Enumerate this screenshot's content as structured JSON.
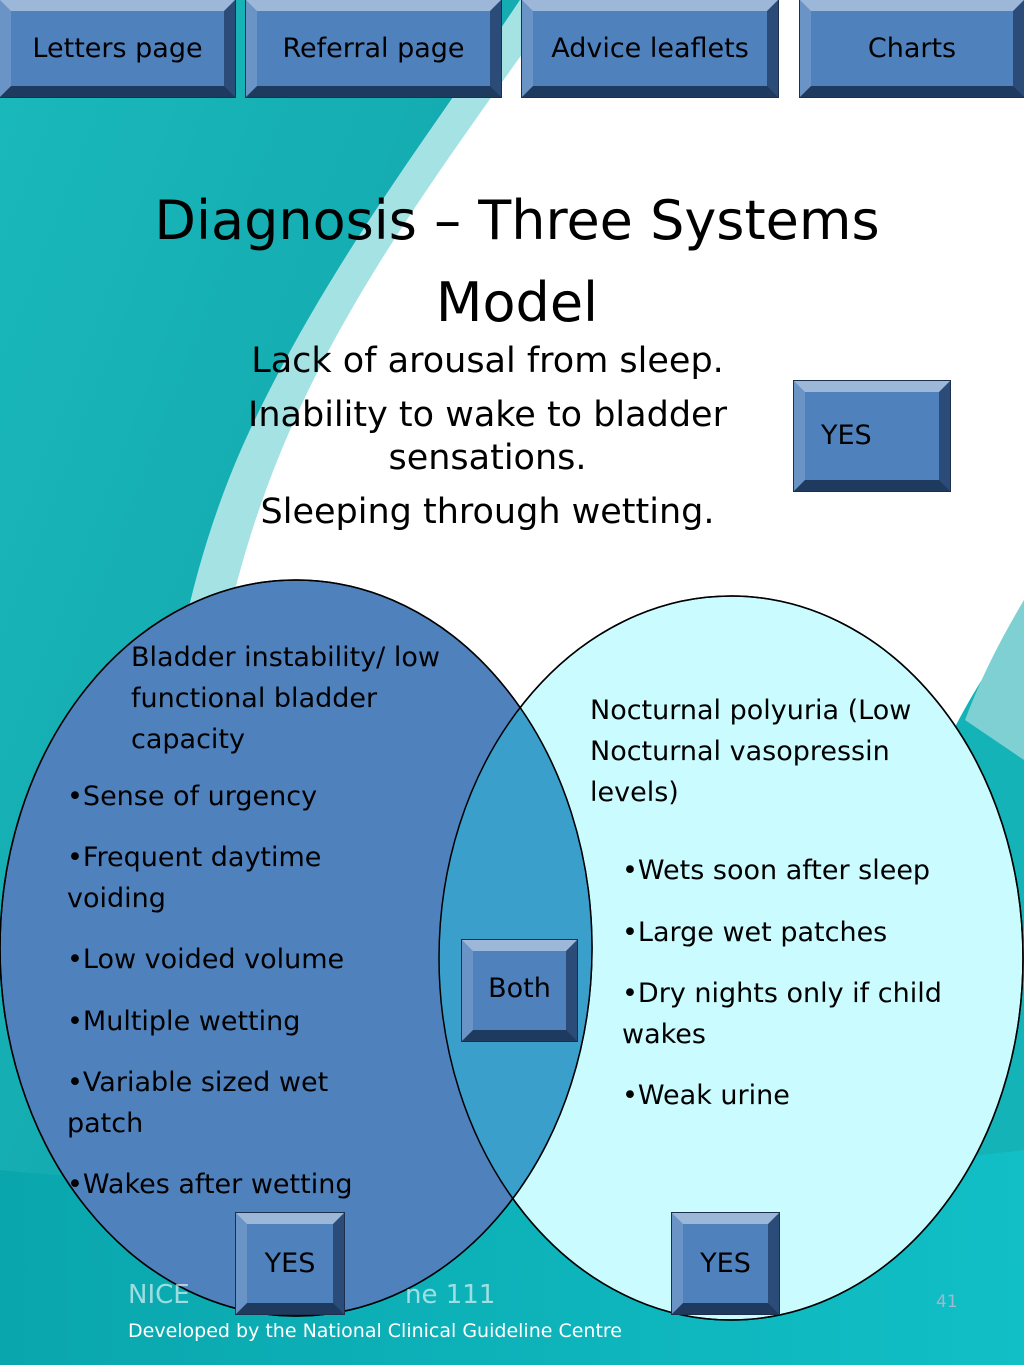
{
  "nav": {
    "letters": "Letters page",
    "referral": "Referral page",
    "advice": "Advice leaflets",
    "charts": "Charts"
  },
  "title": "Diagnosis – Three Systems Model",
  "arousal": {
    "lines": [
      "Lack of arousal from sleep.",
      "Inability to wake to bladder sensations.",
      "Sleeping through wetting."
    ],
    "button": "YES"
  },
  "bladder": {
    "heading": "Bladder instability/ low functional bladder capacity",
    "items": [
      "•Sense of urgency",
      "•Frequent daytime voiding",
      "•Low voided volume",
      "•Multiple wetting",
      "•Variable sized wet patch",
      "•Wakes after wetting"
    ],
    "button": "YES"
  },
  "polyuria": {
    "heading": "Nocturnal polyuria (Low Nocturnal vasopressin levels)",
    "items": [
      "•Wets soon after sleep",
      "•Large wet patches",
      "•Dry nights only if child wakes",
      "•Weak urine"
    ],
    "button": "YES"
  },
  "overlap": {
    "button": "Both"
  },
  "footer": {
    "line2": "NICE",
    "line2b": "ne 111",
    "line3": "Developed by the National Clinical Guideline Centre"
  },
  "page_number": "41",
  "colors": {
    "button_fill": "#4f81bd",
    "left_circle": "#4f81bd",
    "right_circle": "#c9fbff",
    "overlap": "#3b9fcb",
    "teal": "#14b5b8"
  }
}
